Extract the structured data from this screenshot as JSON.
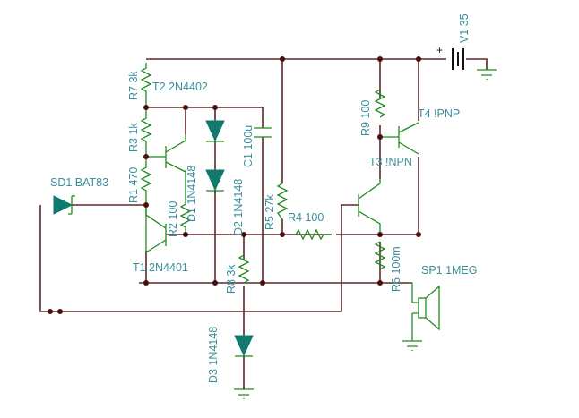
{
  "components": {
    "V1": "V1 35",
    "plus": "+",
    "R7": "R7 3k",
    "T2": "T2 2N4402",
    "R3": "R3 1k",
    "R1": "R1 470",
    "R2": "R2 100",
    "D1": "D1 1N4148",
    "D2": "D2 1N4148",
    "C1": "C1 100u",
    "R5": "R5 27k",
    "R4": "R4 100",
    "SD1": "SD1 BAT83",
    "T1": "T1 2N4401",
    "R8": "R8 3k",
    "D3": "D3 1N4148",
    "R9": "R9 100",
    "T4": "T4 !PNP",
    "T3": "T3 !NPN",
    "R6": "R6 100m",
    "SP1": "SP1 1MEG"
  },
  "colors": {
    "wire": "#5a2a2a",
    "component": "#1f8a1f",
    "label": "#3a8f9a",
    "diode": "#0f7a6e"
  }
}
